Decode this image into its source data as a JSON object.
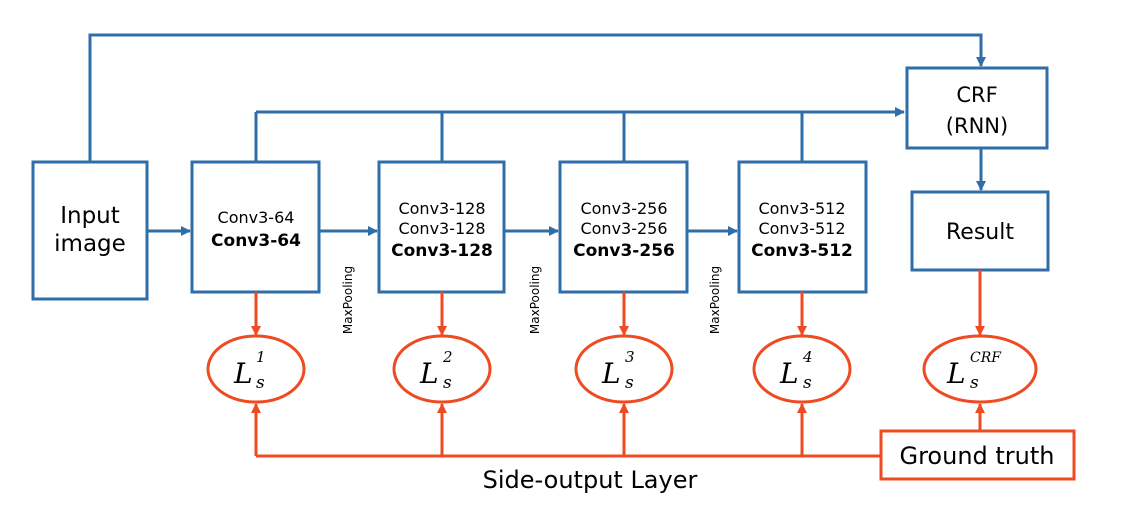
{
  "colors": {
    "blue": "#2f6ea8",
    "orange": "#ef4b23",
    "text": "#000000"
  },
  "input_box": {
    "line1": "Input",
    "line2": "image"
  },
  "conv_blocks": [
    {
      "lines": [
        "Conv3-64",
        "Conv3-64"
      ]
    },
    {
      "lines": [
        "Conv3-128",
        "Conv3-128",
        "Conv3-128"
      ]
    },
    {
      "lines": [
        "Conv3-256",
        "Conv3-256",
        "Conv3-256"
      ]
    },
    {
      "lines": [
        "Conv3-512",
        "Conv3-512",
        "Conv3-512"
      ]
    }
  ],
  "pooling_label": "MaxPooling",
  "crf_box": {
    "line1": "CRF",
    "line2": "(RNN)"
  },
  "result_box": {
    "label": "Result"
  },
  "losses": [
    {
      "base": "L",
      "sub": "s",
      "sup": "1"
    },
    {
      "base": "L",
      "sub": "s",
      "sup": "2"
    },
    {
      "base": "L",
      "sub": "s",
      "sup": "3"
    },
    {
      "base": "L",
      "sub": "s",
      "sup": "4"
    },
    {
      "base": "L",
      "sub": "s",
      "sup": "CRF"
    }
  ],
  "ground_truth": {
    "label": "Ground truth"
  },
  "side_output": {
    "label": "Side-output Layer"
  }
}
